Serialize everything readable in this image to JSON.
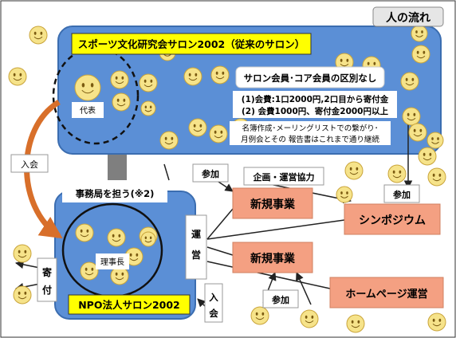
{
  "title_flow": "人の流れ",
  "salon_old": {
    "title": "スポーツ文化研究会サロン2002（従来のサロン）",
    "rep_label": "代表",
    "note_no_distinction": "サロン会員･コア会員の区別なし",
    "fee_line1": "(1)会費:1口2000円,2口目から寄付金",
    "fee_line2": "(2) 会費1000円、寄付金2000円以上",
    "continue_line1": "名簿作成･メーリングリストでの繋がり･",
    "continue_line2": "月例会とその 報告書はこれまで通り継続"
  },
  "npo": {
    "title": "NPO法人サロン2002",
    "secretariat": "事務局を担う(※2)",
    "chair_label": "理事長"
  },
  "labels": {
    "join1": "入会",
    "join2": "入会",
    "participate1": "参加",
    "participate2": "参加",
    "participate3": "参加",
    "planning": "企画・運営協力",
    "operate": "運営",
    "donation": "寄付"
  },
  "projects": {
    "new1": "新規事業",
    "new2": "新規事業",
    "symposium": "シンポジウム",
    "homepage": "ホームページ運営"
  },
  "colors": {
    "salon_blue": "#5b8fd6",
    "title_yellow": "#ffff00",
    "project_orange": "#f4a082",
    "arrow_orange": "#d86f2a",
    "smiley_yellow": "#f6e38a"
  }
}
